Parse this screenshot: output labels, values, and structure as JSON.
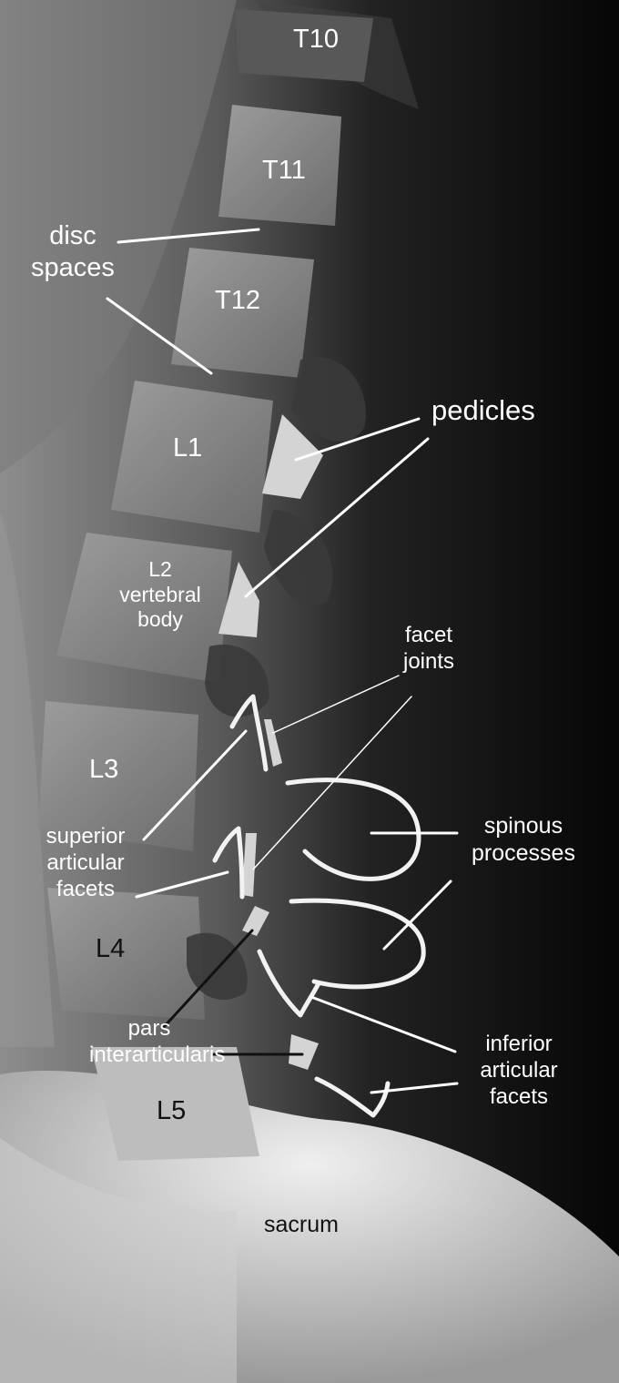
{
  "figure": {
    "vertebrae": {
      "t10": "T10",
      "t11": "T11",
      "t12": "T12",
      "l1": "L1",
      "l2": "L2",
      "l2_sub1": "vertebral",
      "l2_sub2": "body",
      "l3": "L3",
      "l4": "L4",
      "l5": "L5",
      "sacrum": "sacrum"
    },
    "annotations": {
      "disc_spaces": [
        "disc",
        "spaces"
      ],
      "pedicles": "pedicles",
      "facet_joints": [
        "facet",
        "joints"
      ],
      "spinous_processes": [
        "spinous",
        "processes"
      ],
      "superior_articular_facets": [
        "superior",
        "articular",
        "facets"
      ],
      "pars_interarticularis": [
        "pars",
        "interarticularis"
      ],
      "inferior_articular_facets": [
        "inferior",
        "articular",
        "facets"
      ]
    },
    "colors": {
      "label_light": "#ffffff",
      "label_dark": "#111111",
      "overlay_fill": "#d4d4d4",
      "outline_stroke": "#f2f2f2"
    }
  }
}
